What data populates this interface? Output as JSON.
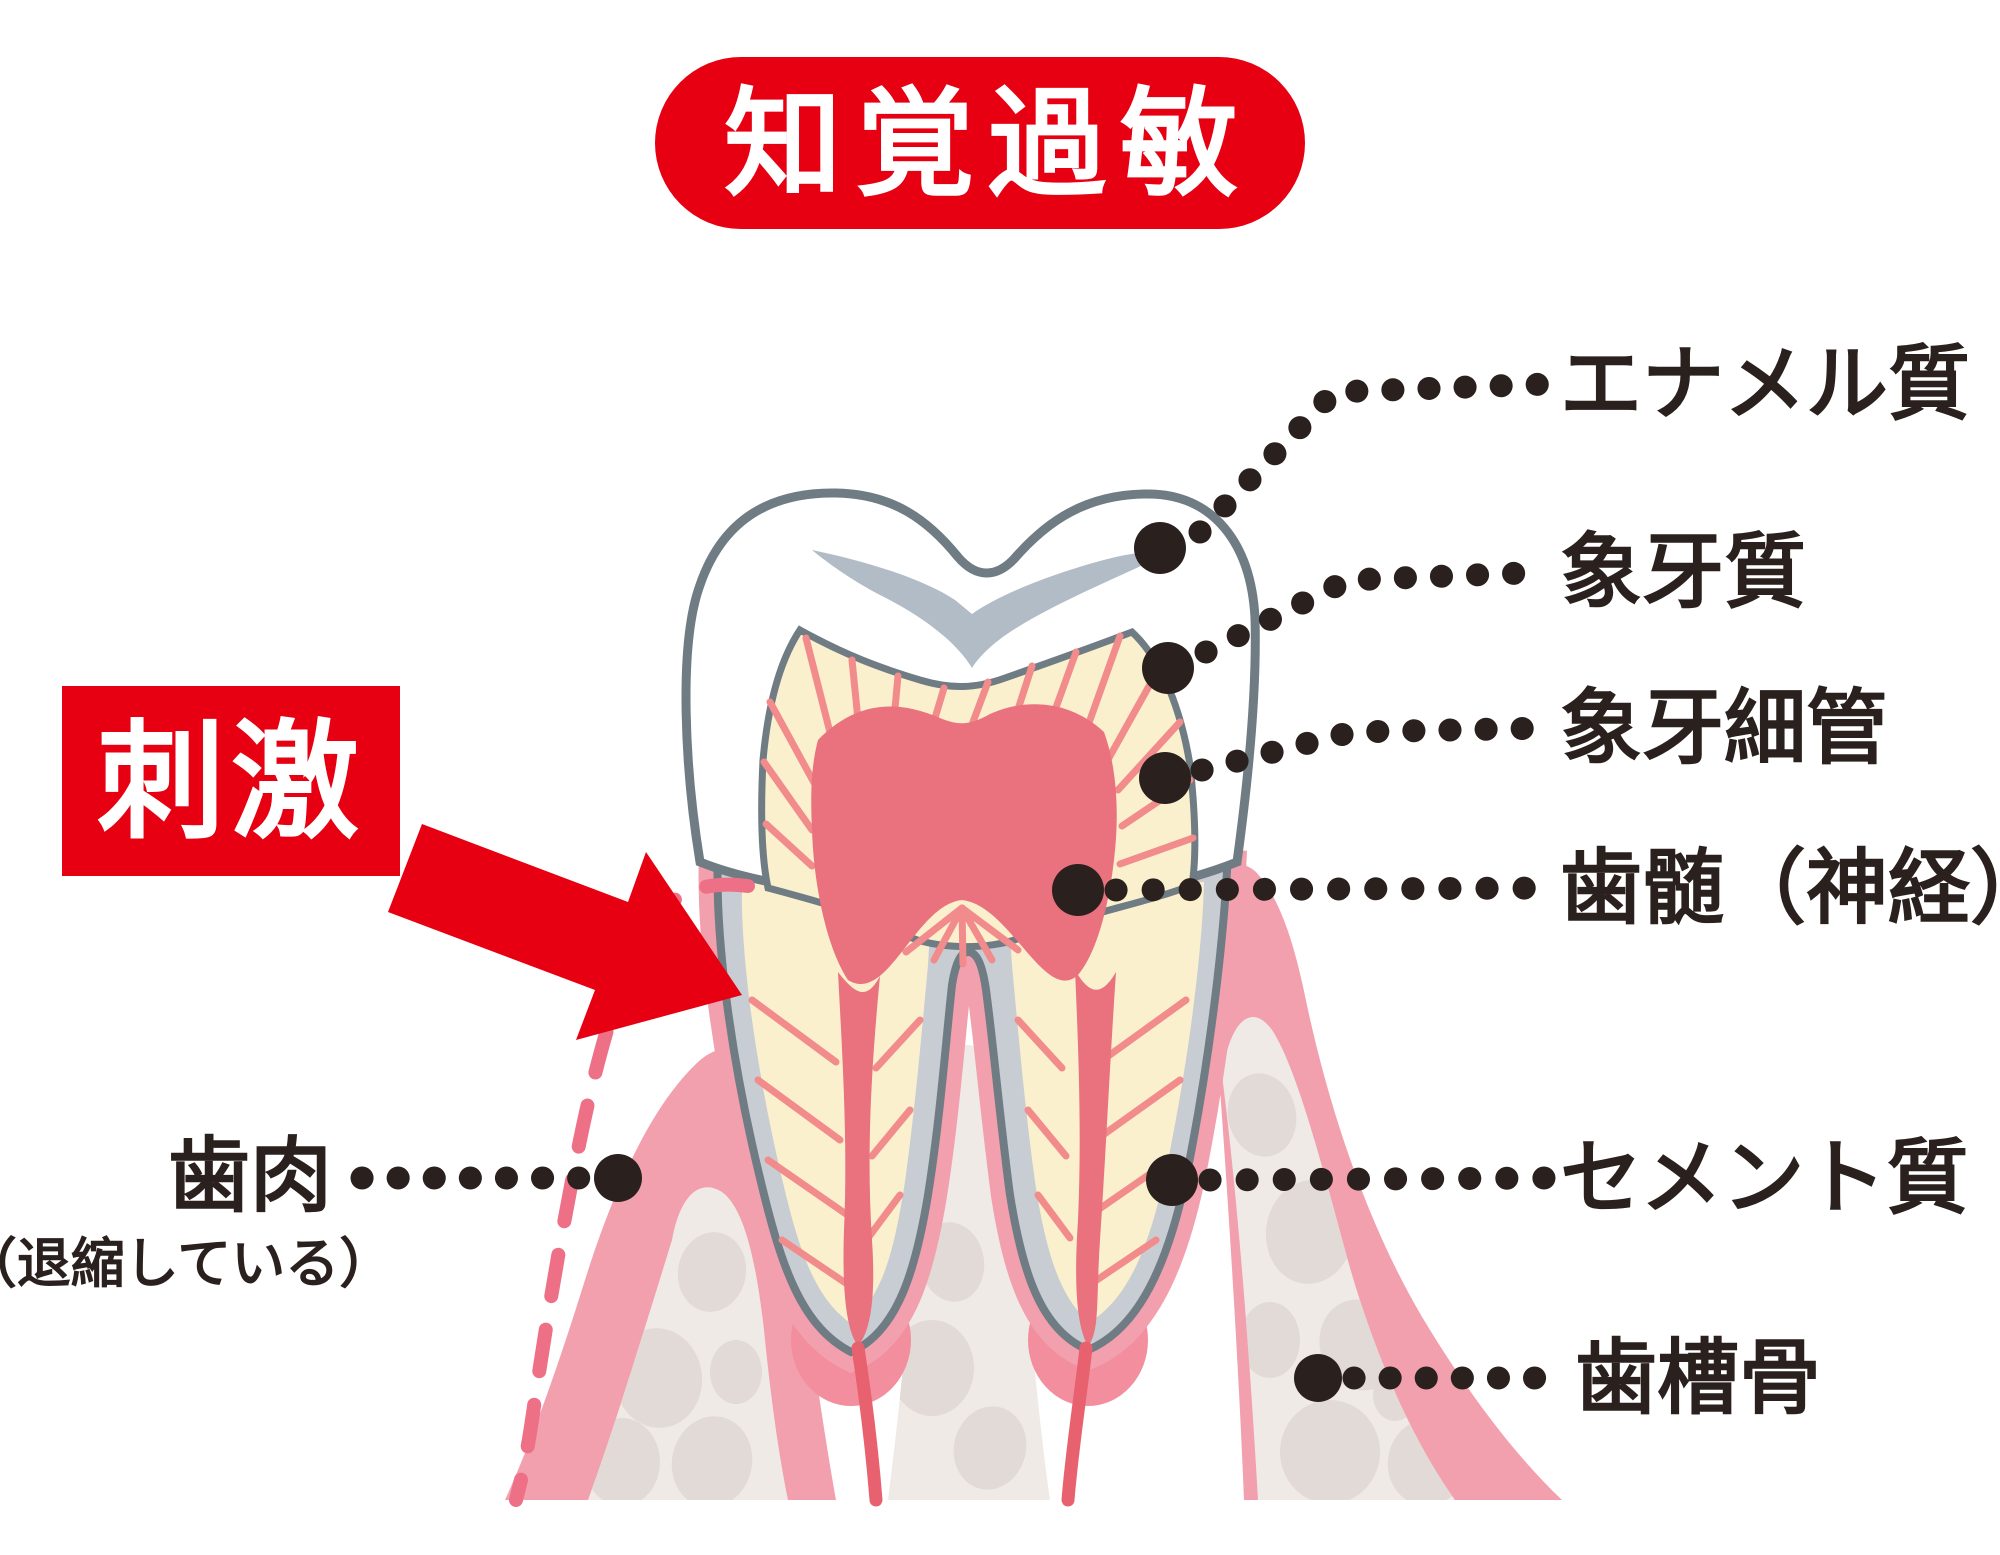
{
  "title_badge": {
    "text": "知覚過敏"
  },
  "stimulus": {
    "text": "刺激"
  },
  "anatomy_labels": {
    "right": [
      {
        "text": "エナメル質"
      },
      {
        "text": "象牙質"
      },
      {
        "text": "象牙細管"
      },
      {
        "text": "歯髄（神経）"
      },
      {
        "text": "セメント質"
      },
      {
        "text": "歯槽骨"
      }
    ],
    "left": {
      "line1": "歯肉",
      "line2": "（退縮している）"
    }
  },
  "colors": {
    "accent_red": "#E60012",
    "text_dark": "#2A211E",
    "gum_pink": "#F2A0AE",
    "gum_cuff_pink": "#F28E9D",
    "bone_beige": "#F0EAE6",
    "bone_pebble": "#E2DAD6",
    "dentin_cream": "#FBF0CE",
    "tubule_pink": "#F28B8B",
    "pulp_rose": "#EA717E",
    "cementum_gray": "#C7CDD3",
    "outline_gray": "#6F7C83",
    "occlusal_gray": "#B2BCC6",
    "recession_dash_pink": "#ED7086"
  }
}
